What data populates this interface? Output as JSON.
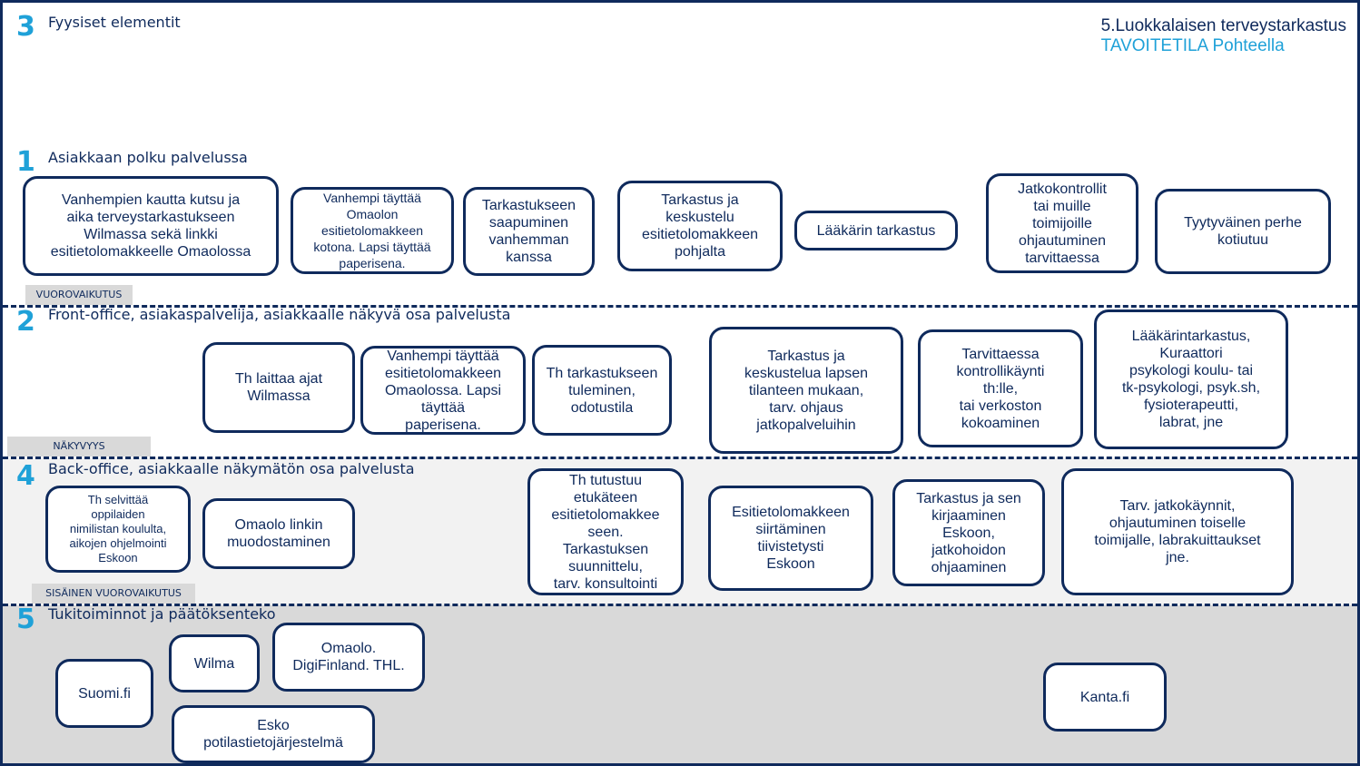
{
  "header": {
    "title": "5.Luokkalaisen terveystarkastus",
    "subtitle": "TAVOITETILA Pohteella"
  },
  "lanes": {
    "l3": {
      "number": "3",
      "title": "Fyysiset elementit"
    },
    "l1": {
      "number": "1",
      "title": "Asiakkaan polku palvelussa",
      "tag": "VUOROVAIKUTUS"
    },
    "l2": {
      "number": "2",
      "title": "Front-office, asiakaspalvelija, asiakkaalle näkyvä osa palvelusta",
      "tag": "NÄKYVYYS"
    },
    "l4": {
      "number": "4",
      "title": "Back-office, asiakkaalle näkymätön osa palvelusta",
      "tag": "SISÄINEN VUOROVAIKUTUS"
    },
    "l5": {
      "number": "5",
      "title": "Tukitoiminnot ja päätöksenteko"
    }
  },
  "customer_path": [
    "Vanhempien kautta kutsu ja\naika terveystarkastukseen\nWilmassa sekä linkki\nesitietolomakkeelle Omaolossa",
    "Vanhempi täyttää\nOmaolon\nesitietolomakkeen\nkotona. Lapsi täyttää\npaperisena.",
    "Tarkastukseen\nsaapuminen\nvanhemman\nkanssa",
    "Tarkastus ja\nkeskustelu\nesitietolomakkeen\npohjalta",
    "Lääkärin tarkastus",
    "Jatkokontrollit\ntai muille\ntoimijoille\nohjautuminen\ntarvittaessa",
    "Tyytyväinen perhe\nkotiutuu"
  ],
  "front_office": [
    "Th laittaa ajat\nWilmassa",
    "Vanhempi täyttää\nesitietolomakkeen\nOmaolossa. Lapsi\ntäyttää\npaperisena.",
    "Th tarkastukseen\ntuleminen,\nodotustila",
    "Tarkastus ja\nkeskustelua lapsen\ntilanteen mukaan,\ntarv. ohjaus\njatkopalveluihin",
    "Tarvittaessa\nkontrollikäynti\nth:lle,\ntai verkoston\nkokoaminen",
    "Lääkärintarkastus,\nKuraattori\npsykologi koulu- tai\ntk-psykologi, psyk.sh,\nfysioterapeutti,\nlabrat, jne"
  ],
  "back_office": [
    "Th selvittää\noppilaiden\nnimilistan koululta,\naikojen ohjelmointi\nEskoon",
    "Omaolo linkin\nmuodostaminen",
    "Th tutustuu\netukäteen\nesitietolomakkee\nseen.\nTarkastuksen\nsuunnittelu,\ntarv. konsultointi",
    "Esitietolomakkeen\nsiirtäminen\ntiivistetysti\nEskoon",
    "Tarkastus ja sen\nkirjaaminen\nEskoon,\njatkohoidon\nohjaaminen",
    "Tarv. jatkokäynnit,\nohjautuminen toiselle\ntoimijalle, labrakuittaukset\njne."
  ],
  "support": [
    "Suomi.fi",
    "Wilma",
    "Omaolo.\nDigiFinland. THL.",
    "Esko\npotilastietojärjestelmä",
    "Kanta.fi"
  ],
  "colors": {
    "navy": "#0f2a5c",
    "accent": "#1fa1d8",
    "band_light": "#f2f2f2",
    "band_gray": "#d9d9d9"
  }
}
